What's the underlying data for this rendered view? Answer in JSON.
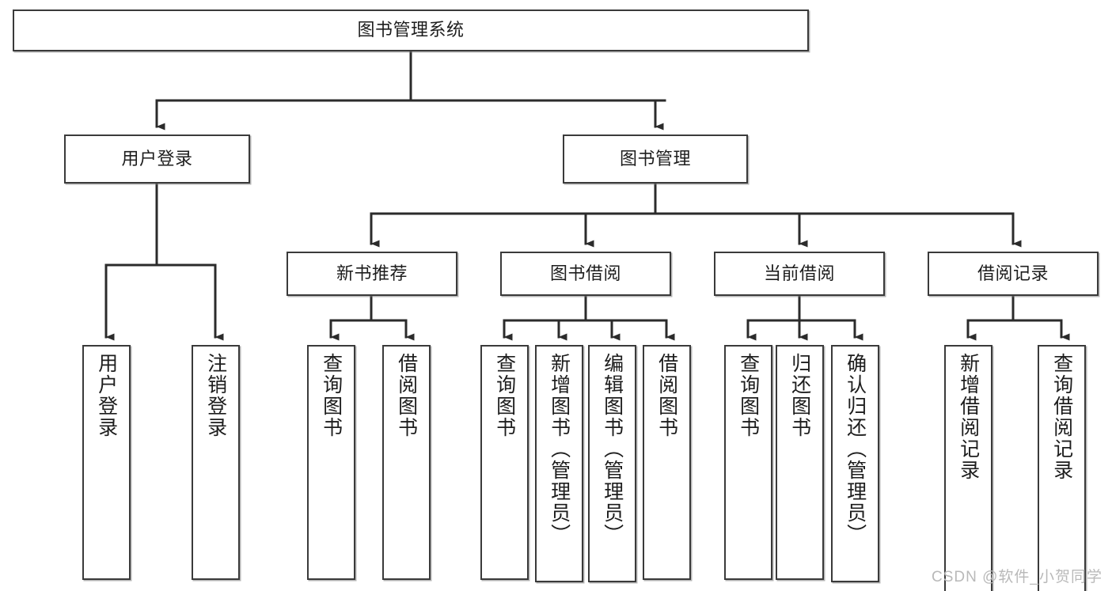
{
  "diagram": {
    "type": "tree-hierarchy",
    "root": {
      "label": "图书管理系统"
    },
    "level2": [
      {
        "label": "用户登录"
      },
      {
        "label": "图书管理"
      }
    ],
    "level3": [
      {
        "label": "新书推荐"
      },
      {
        "label": "图书借阅"
      },
      {
        "label": "当前借阅"
      },
      {
        "label": "借阅记录"
      }
    ],
    "leaves": {
      "user_login": [
        {
          "label": "用户登录"
        },
        {
          "label": "注销登录"
        }
      ],
      "new_book_recommend": [
        {
          "label": "查询图书"
        },
        {
          "label": "借阅图书"
        }
      ],
      "book_borrow": [
        {
          "label": "查询图书"
        },
        {
          "label": "新增图书（管理员）"
        },
        {
          "label": "编辑图书（管理员）"
        },
        {
          "label": "借阅图书"
        }
      ],
      "current_borrow": [
        {
          "label": "查询图书"
        },
        {
          "label": "归还图书"
        },
        {
          "label": "确认归还（管理员）"
        }
      ],
      "borrow_record": [
        {
          "label": "新增借阅记录"
        },
        {
          "label": "查询借阅记录"
        }
      ]
    }
  },
  "watermark": {
    "text": "CSDN @软件_小贺同学"
  },
  "colors": {
    "box_border": "#3a3a3a",
    "box_fill": "#ffffff",
    "connector": "#2b2b2b",
    "text": "#1d1d1d",
    "watermark": "#b9b9b9"
  }
}
